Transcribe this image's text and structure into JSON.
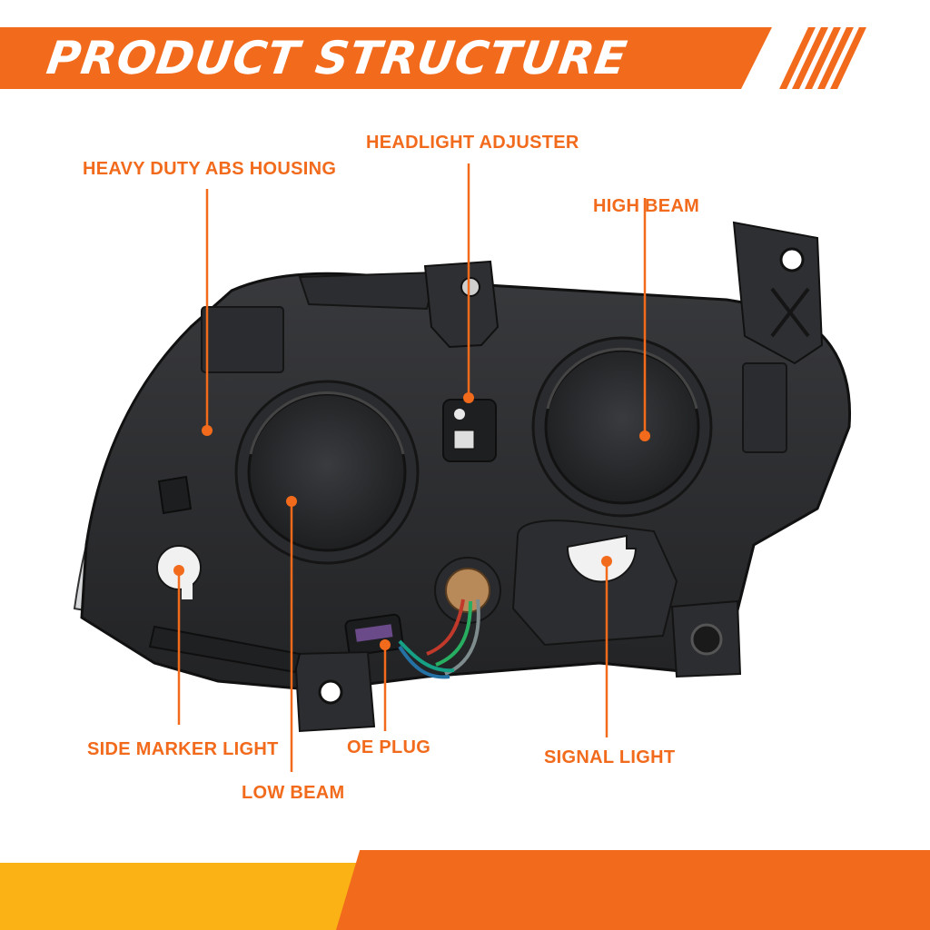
{
  "header": {
    "title": "PRODUCT STRUCTURE",
    "accent_color": "#f26a1b",
    "stripe_icon": "diagonal-stripes-icon"
  },
  "labels": {
    "housing": "HEAVY DUTY ABS HOUSING",
    "adjuster": "HEADLIGHT ADJUSTER",
    "high_beam": "HIGH BEAM",
    "side_marker": "SIDE MARKER LIGHT",
    "oe_plug": "OE PLUG",
    "signal": "SIGNAL LIGHT",
    "low_beam": "LOW BEAM"
  },
  "product": {
    "image": "headlight-assembly-rear-view",
    "housing_color": "#2a2b2d"
  },
  "footer": {
    "colors": [
      "#fbb215",
      "#f26a1b"
    ]
  }
}
